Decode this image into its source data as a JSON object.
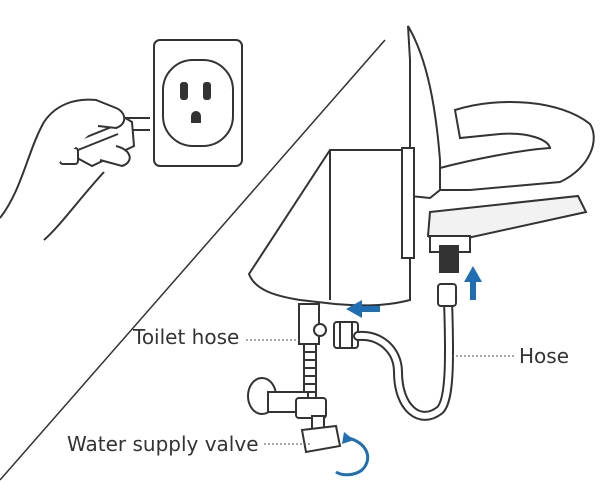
{
  "labels": {
    "toilet_hose": "Toilet hose",
    "hose": "Hose",
    "water_supply_valve": "Water supply valve"
  },
  "colors": {
    "line": "#333333",
    "accent_blue": "#1f6fb5",
    "fill": "#ffffff",
    "shade": "#f2f2f2"
  },
  "icons": {
    "outlet": "wall-outlet-icon",
    "plug": "power-plug-icon",
    "hand": "hand-icon",
    "toilet_seat": "bidet-seat-icon",
    "hose": "flex-hose-icon",
    "valve": "shutoff-valve-icon",
    "arrow_left": "arrow-left-icon",
    "arrow_up": "arrow-up-icon",
    "rotate": "rotate-ccw-icon"
  }
}
